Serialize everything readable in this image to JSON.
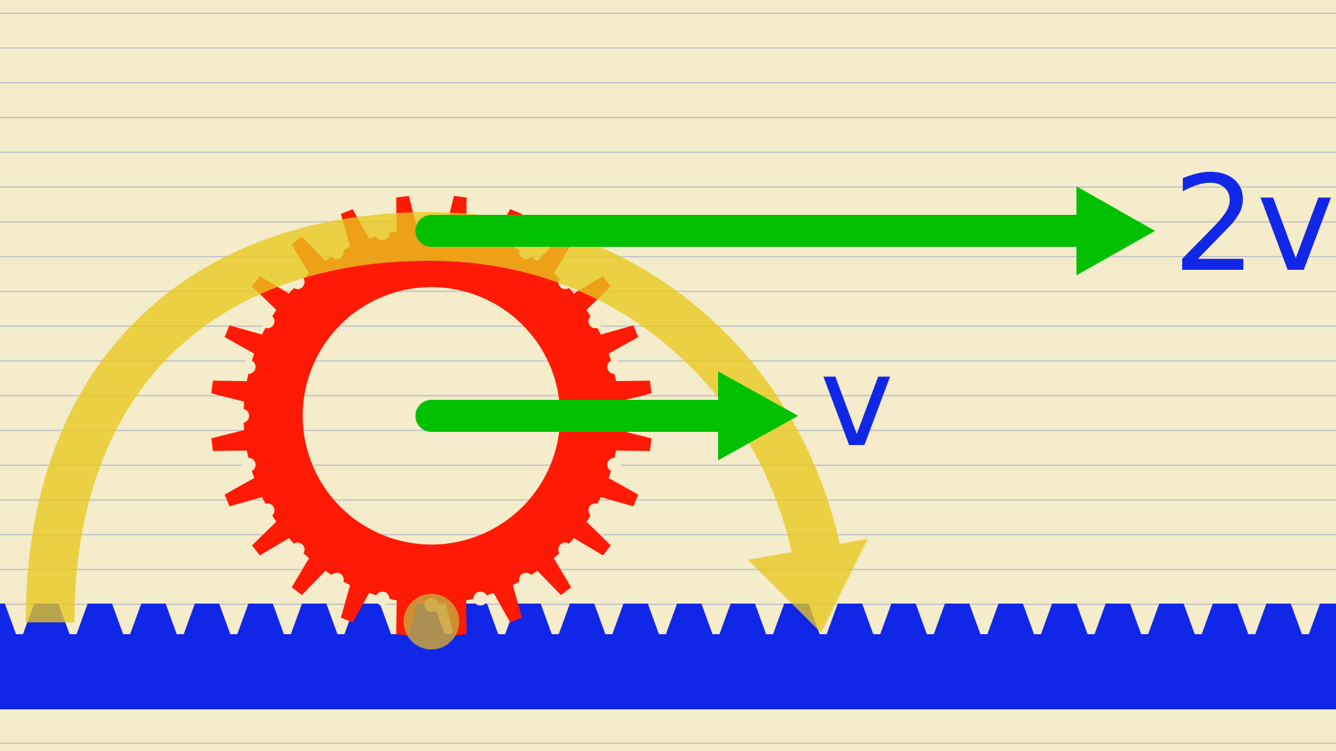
{
  "labels": {
    "top_velocity": "2v",
    "center_velocity": "v"
  },
  "colors": {
    "background": "#f4ecca",
    "ruled_line": "#c9c6c9",
    "gear": "#ff1a05",
    "rack": "#1127e8",
    "velocity_arrow": "#00c000",
    "path_arrow": "#e8c81e",
    "contact_point": "#c9a23a",
    "label": "#1127e8"
  },
  "icons": {
    "gear": "gear-icon",
    "rack": "gear-rack",
    "rotation": "curved-arrow-icon"
  },
  "gear": {
    "teeth": 24
  }
}
